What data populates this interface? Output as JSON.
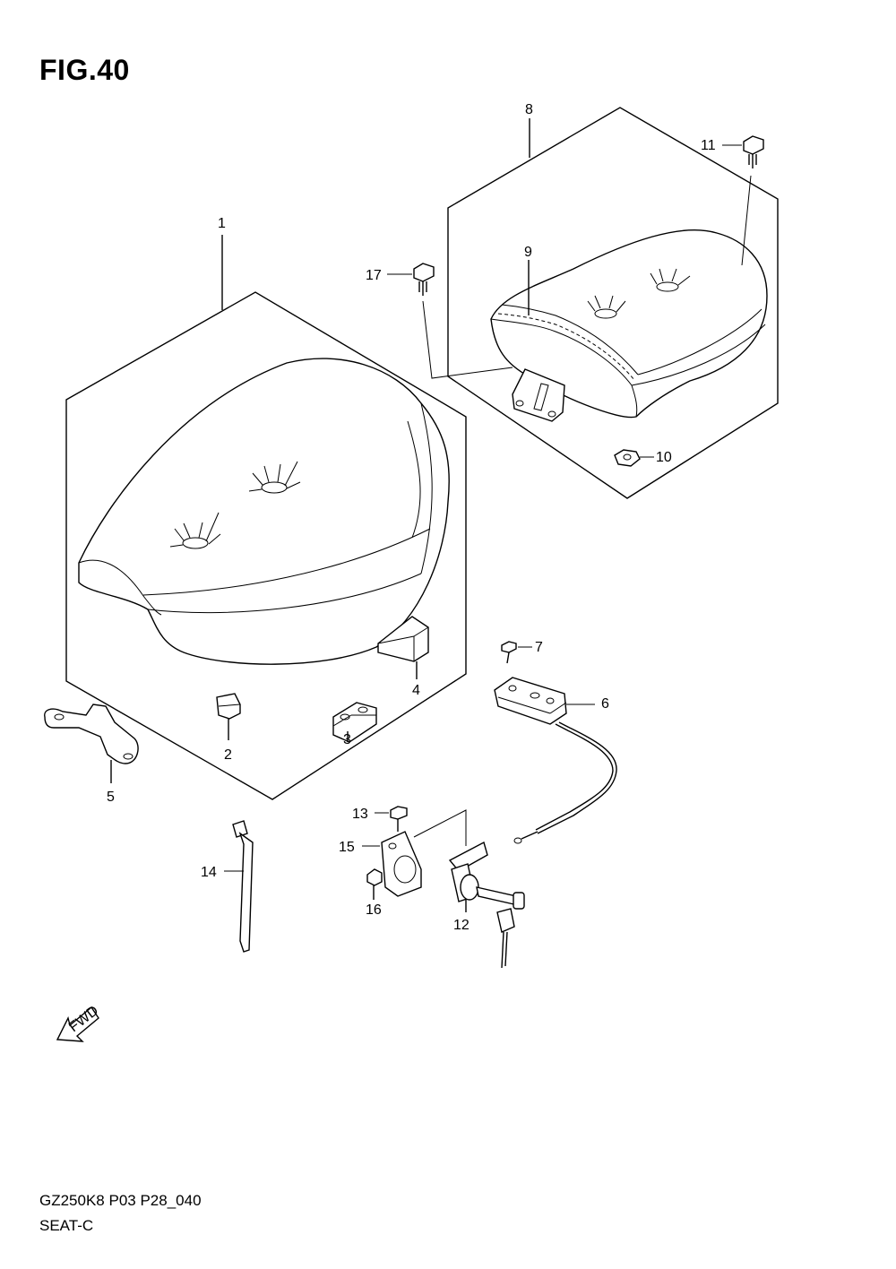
{
  "figure": {
    "title": "FIG.40"
  },
  "footer": {
    "code": "GZ250K8 P03 P28_040",
    "name": "SEAT-C"
  },
  "fwd_label": "FWD",
  "callouts": [
    {
      "id": "c1",
      "label": "1"
    },
    {
      "id": "c2",
      "label": "2"
    },
    {
      "id": "c3",
      "label": "3"
    },
    {
      "id": "c4",
      "label": "4"
    },
    {
      "id": "c5",
      "label": "5"
    },
    {
      "id": "c6",
      "label": "6"
    },
    {
      "id": "c7",
      "label": "7"
    },
    {
      "id": "c8",
      "label": "8"
    },
    {
      "id": "c9",
      "label": "9"
    },
    {
      "id": "c10",
      "label": "10"
    },
    {
      "id": "c11",
      "label": "11"
    },
    {
      "id": "c12",
      "label": "12"
    },
    {
      "id": "c13",
      "label": "13"
    },
    {
      "id": "c14",
      "label": "14"
    },
    {
      "id": "c15",
      "label": "15"
    },
    {
      "id": "c16",
      "label": "16"
    },
    {
      "id": "c17",
      "label": "17"
    }
  ]
}
